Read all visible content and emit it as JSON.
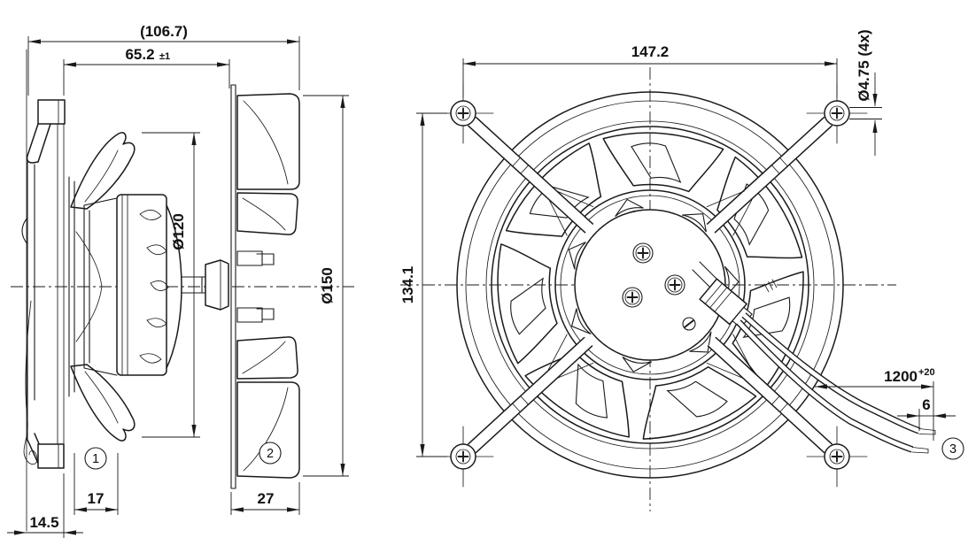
{
  "drawing": {
    "background_color": "#ffffff",
    "line_color": "#1a1a1a",
    "type": "technical dimensional drawing, centrifugal fan, side view and front view"
  },
  "dims": {
    "overall_depth": "(106.7)",
    "mounting_depth": "65.2",
    "mounting_depth_tol": "±1",
    "impeller_inner_dia": "Ø120",
    "impeller_outer_dia": "Ø150",
    "blade_tab_width": "17",
    "bracket_offset": "14.5",
    "drum_depth": "27",
    "hole_pitch_horizontal": "147.2",
    "hole_pitch_vertical": "134.1",
    "mounting_hole_dia": "Ø4.75 (4x)",
    "cable_length": "1200",
    "cable_length_tol": "+20",
    "wire_strip_length": "6"
  },
  "balloons": {
    "b1": "1",
    "b2": "2",
    "b3": "3"
  }
}
